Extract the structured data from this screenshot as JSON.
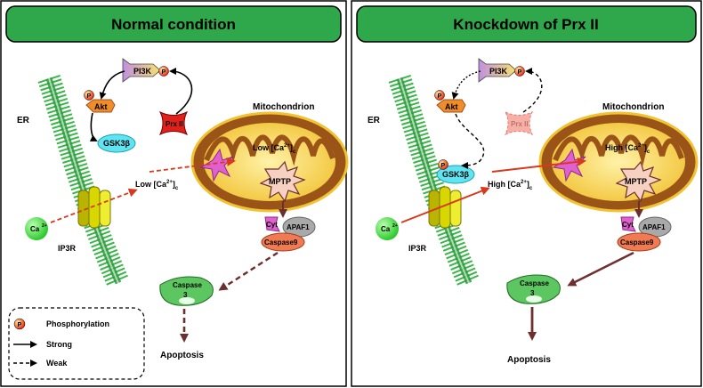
{
  "panels": [
    {
      "title": "Normal condition",
      "er": "ER",
      "mito": "Mitochondrion",
      "pi3k": "PI3K",
      "akt": "Akt",
      "gsk": "GSK3β",
      "prx": "Prx II",
      "ca_cyto_word": "Low [Ca",
      "ca_mito_word": "Low [Ca",
      "sup": "2+",
      "sub": "c",
      "mptp": "MPTP",
      "cyt": "Cyt",
      "apaf": "APAF1",
      "casp9": "Caspase9",
      "casp3a": "Caspase",
      "casp3b": "3",
      "apoptosis": "Apoptosis",
      "ip3r": "IP3R",
      "ca_ion": "Ca",
      "p": "P"
    },
    {
      "title": "Knockdown of Prx II",
      "er": "ER",
      "mito": "Mitochondrion",
      "pi3k": "PI3K",
      "akt": "Akt",
      "gsk": "GSK3β",
      "prx": "Prx II",
      "ca_cyto_word": "High [Ca",
      "ca_mito_word": "High [Ca",
      "sup": "2+",
      "sub": "c",
      "mptp": "MPTP",
      "cyt": "Cyt",
      "apaf": "APAF1",
      "casp9": "Caspase9",
      "casp3a": "Caspase",
      "casp3b": "3",
      "apoptosis": "Apoptosis",
      "ip3r": "IP3R",
      "ca_ion": "Ca",
      "p": "P"
    }
  ],
  "legend": {
    "phos": "Phosphorylation",
    "strong": "Strong",
    "weak": "Weak"
  },
  "colors": {
    "header_green": "#2ea84a",
    "er_green": "#3bb54a",
    "mito_brown": "#9a5418",
    "mito_fill": "#f1c232",
    "arrow_dark": "#6d2e2e",
    "akt_orange": "#f08c2a",
    "gsk_cyan": "#5fe4f2",
    "prx_red": "#e0201a",
    "ca_green": "#3ddc3d",
    "cas9_salmon": "#f07a52",
    "apaf_grey": "#a9a9a9",
    "cyt_pink": "#e060d0"
  }
}
